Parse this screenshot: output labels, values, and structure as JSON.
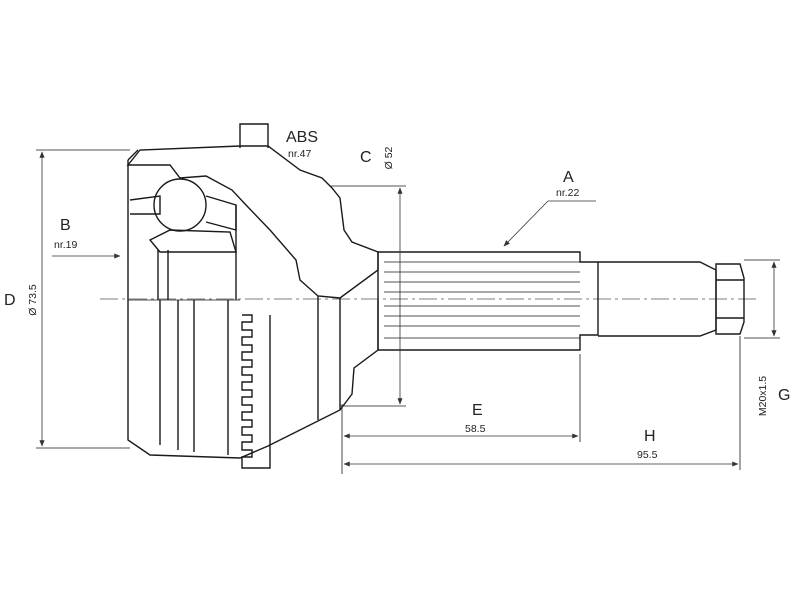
{
  "labels": {
    "abs_letter": "ABS",
    "abs_value": "nr.47",
    "a_letter": "A",
    "a_value": "nr.22",
    "b_letter": "B",
    "b_value": "nr.19",
    "c_letter": "C",
    "c_value": "Ø 52",
    "d_letter": "D",
    "d_value": "Ø 73.5",
    "e_letter": "E",
    "e_value": "58.5",
    "h_letter": "H",
    "h_value": "95.5",
    "g_letter": "G",
    "g_value": "M20x1.5"
  },
  "colors": {
    "line": "#1a1a1a",
    "text": "#222222",
    "background": "#ffffff"
  }
}
